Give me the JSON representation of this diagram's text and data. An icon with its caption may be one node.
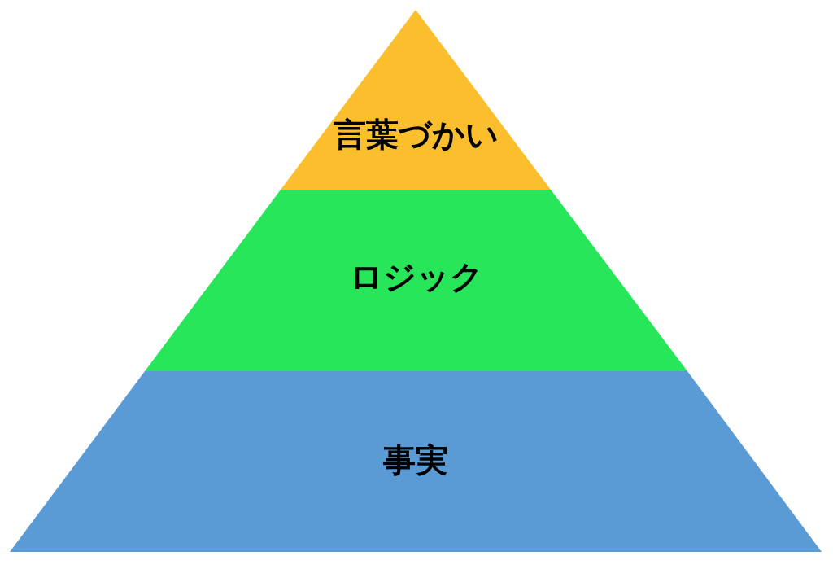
{
  "diagram": {
    "nodes": [
      {
        "text": [
          "言葉づかい"
        ]
      },
      {
        "text": [
          "ロジック"
        ]
      },
      {
        "text": [
          "事実"
        ]
      }
    ]
  }
}
